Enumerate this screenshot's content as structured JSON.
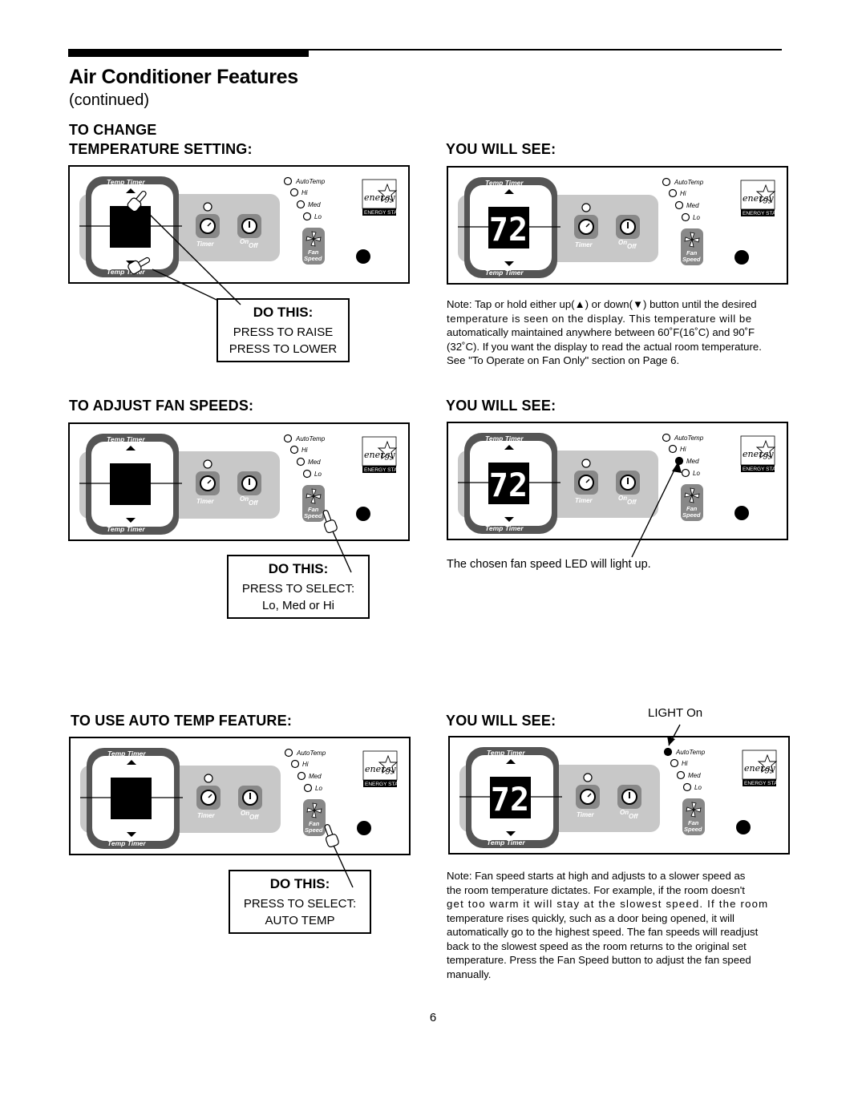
{
  "page": {
    "title": "Air Conditioner Features",
    "subtitle": "(continued)",
    "page_number": "6"
  },
  "panel_labels": {
    "temp_timer": "Temp Timer",
    "autotemp": "AutoTemp",
    "hi": "Hi",
    "med": "Med",
    "lo": "Lo",
    "timer": "Timer",
    "on": "On",
    "off": "Off",
    "fan": "Fan",
    "speed": "Speed",
    "energy_star": "ENERGY STAR",
    "energy_script": "energy",
    "display_value": "72"
  },
  "sections": [
    {
      "heading_line1": "TO CHANGE",
      "heading_line2": "TEMPERATURE SETTING:",
      "see_heading": "YOU WILL SEE:",
      "do_this": {
        "heading": "DO THIS:",
        "line1": "PRESS TO RAISE",
        "line2": "PRESS TO LOWER"
      },
      "note_lines": [
        "Note: Tap or hold either up(▲) or down(▼) button until the desired",
        "temperature is seen on the display. This temperature will be",
        "automatically maintained anywhere between 60˚F(16˚C) and 90˚F",
        "(32˚C). If you want the display to read the actual room temperature.",
        "See \"To Operate on Fan Only\" section on Page 6."
      ],
      "lit_led": "none"
    },
    {
      "heading": "TO ADJUST FAN SPEEDS:",
      "see_heading": "YOU WILL SEE:",
      "do_this": {
        "heading": "DO THIS:",
        "line1": "PRESS TO SELECT:",
        "line2": "Lo, Med or Hi"
      },
      "note": "The chosen fan speed LED will light up.",
      "lit_led": "Med"
    },
    {
      "heading": "TO USE AUTO TEMP FEATURE:",
      "see_heading": "YOU WILL SEE:",
      "callout": "LIGHT On",
      "do_this": {
        "heading": "DO THIS:",
        "line1": "PRESS TO SELECT:",
        "line2": "AUTO TEMP"
      },
      "note_lines": [
        "Note: Fan speed starts at high and adjusts to a slower speed as",
        "the room temperature dictates. For example, if the room doesn't",
        "get too warm it will stay at the slowest speed. If the room",
        "temperature rises quickly, such as a door being opened, it will",
        "automatically go to the highest speed. The fan speeds will readjust",
        "back to the slowest speed as the room returns to the original set",
        "temperature. Press the Fan Speed button to adjust the fan speed",
        "manually."
      ],
      "lit_led": "AutoTemp"
    }
  ]
}
